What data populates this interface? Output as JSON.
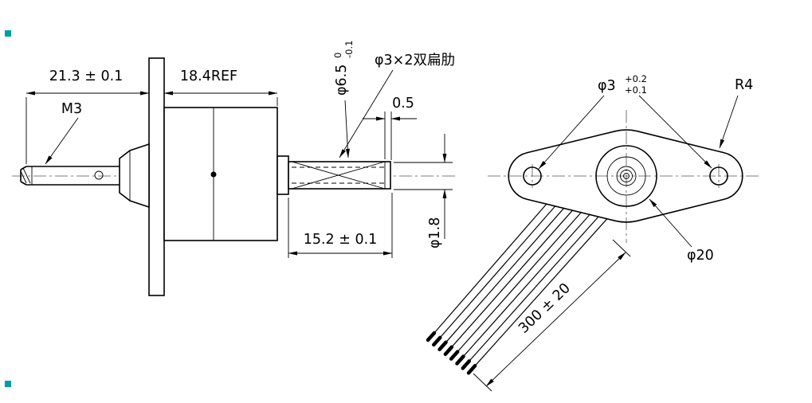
{
  "drawing": {
    "background": "#ffffff",
    "line_color": "#000000",
    "accent_color": "#00a0a0",
    "left_view": {
      "dim_overall_front": "21.3 ± 0.1",
      "dim_body_ref": "18.4REF",
      "label_thread": "M3",
      "dim_shaft_dia_main": "φ6.5",
      "dim_shaft_dia_upper": "0",
      "dim_shaft_dia_lower": "-0.1",
      "label_flats": "φ3×2双扁肋",
      "dim_flat_offset": "0.5",
      "dim_rear_shaft_len": "15.2 ± 0.1",
      "dim_rear_shaft_dia": "φ1.8"
    },
    "right_view": {
      "dim_hole_main": "φ3",
      "dim_hole_upper": "+0.2",
      "dim_hole_lower": "+0.1",
      "label_radius": "R4",
      "dim_boss": "φ20",
      "dim_wire_length": "300 ± 20"
    }
  }
}
